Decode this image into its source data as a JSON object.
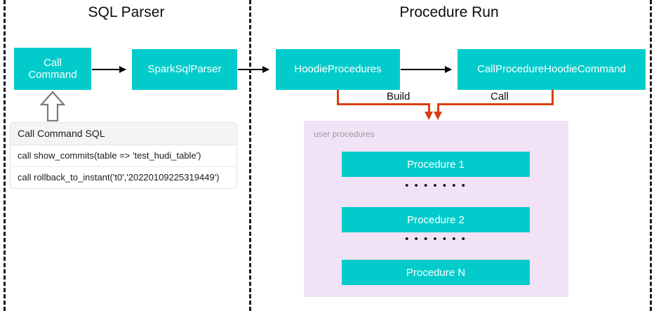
{
  "sections": [
    {
      "id": "sql-parser",
      "title": "SQL Parser"
    },
    {
      "id": "procedure-run",
      "title": "Procedure Run"
    }
  ],
  "nodes": {
    "call_command": "Call\nCommand",
    "call_command_line1": "Call",
    "call_command_line2": "Command",
    "spark_sql_parser": "SparkSqlParser",
    "hoodie_procedures": "HoodieProcedures",
    "call_procedure_hoodie_command": "CallProcedureHoodieCommand"
  },
  "edge_labels": {
    "build": "Build",
    "call": "Call"
  },
  "sql_table": {
    "header": "Call Command SQL",
    "rows": [
      "call show_commits(table => 'test_hudi_table')",
      "call rollback_to_instant('t0','20220109225319449')"
    ]
  },
  "procedures_panel": {
    "caption": "user procedures",
    "items": [
      "Procedure 1",
      "Procedure 2",
      "Procedure N"
    ],
    "ellipsis": "• • • • • • •"
  },
  "colors": {
    "node_fill": "#01CCCB",
    "node_text": "#FFFFFF",
    "panel_fill": "#F1E2F6",
    "orange_edge": "#D8400F",
    "divider": "#1A1A1A",
    "caption_text": "#9A9A9A"
  }
}
